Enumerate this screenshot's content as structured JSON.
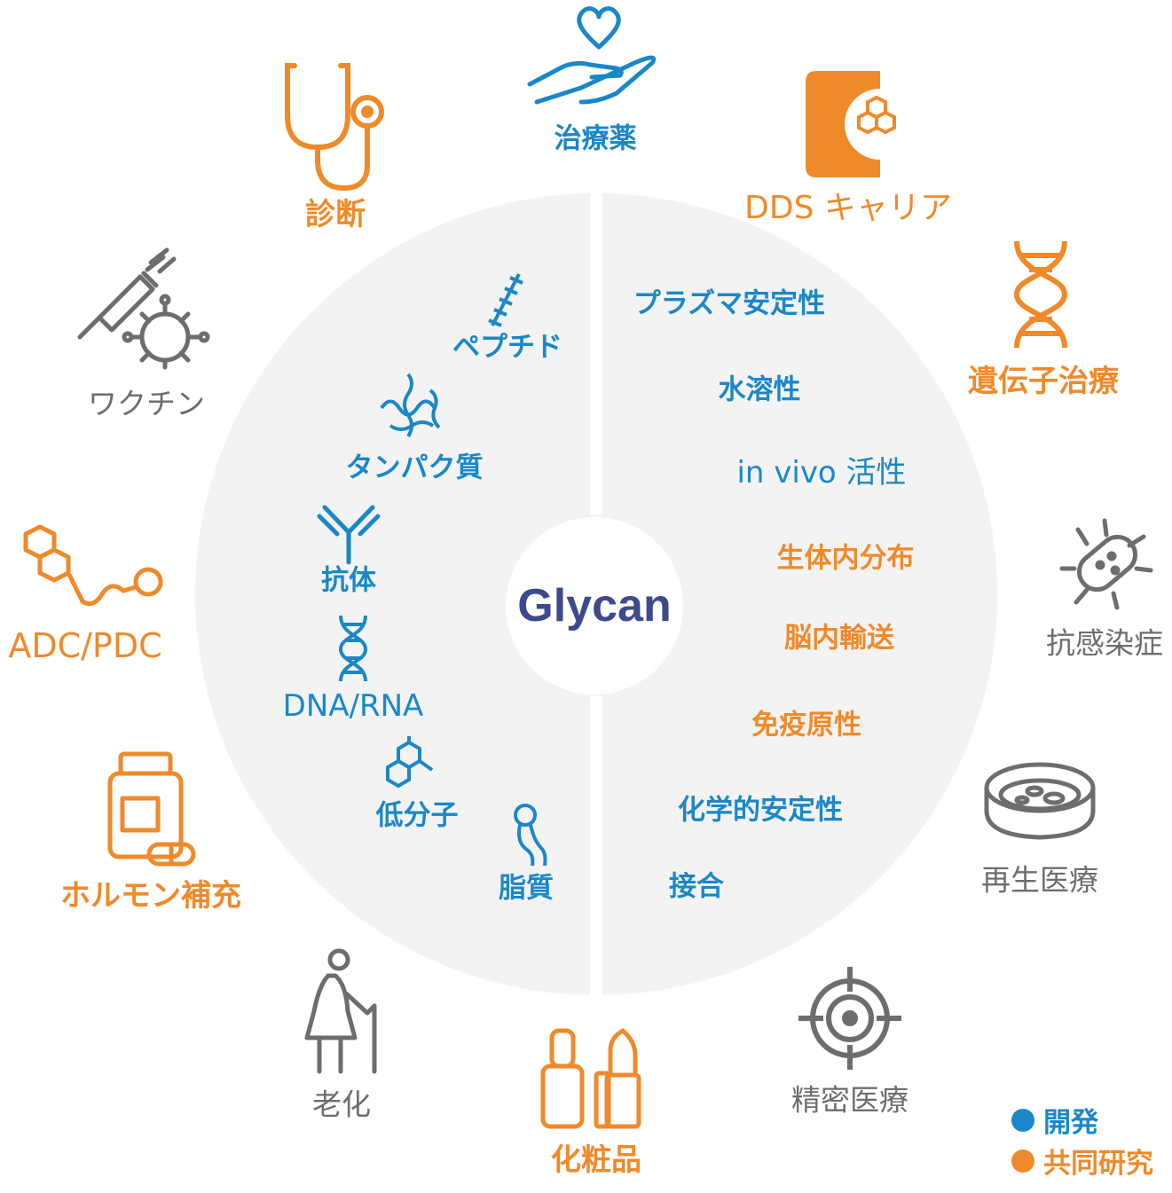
{
  "center": {
    "title": "Glycan"
  },
  "modalities": {
    "peptide": "ペプチド",
    "protein": "タンパク質",
    "antibody": "抗体",
    "dna_rna": "DNA/RNA",
    "small_molecule": "低分子",
    "lipid": "脂質"
  },
  "properties": {
    "plasma_stability": "プラズマ安定性",
    "water_solubility": "水溶性",
    "in_vivo_activity": "in vivo 活性",
    "biodistribution": "生体内分布",
    "brain_transport": "脳内輸送",
    "immunogenicity": "免疫原性",
    "chemical_stability": "化学的安定性",
    "conjugation": "接合"
  },
  "applications": {
    "therapeutics": "治療薬",
    "dds_carrier": "DDS キャリア",
    "gene_therapy": "遺伝子治療",
    "anti_infection": "抗感染症",
    "regenerative_medicine": "再生医療",
    "precision_medicine": "精密医療",
    "cosmetics": "化粧品",
    "aging": "老化",
    "hormone_supplement": "ホルモン補充",
    "adc_pdc": "ADC/PDC",
    "vaccine": "ワクチン",
    "diagnosis": "診断"
  },
  "legend": {
    "development": "開発",
    "joint_research": "共同研究"
  },
  "colors": {
    "development": "#1a87c8",
    "joint_research": "#ef8a2b",
    "other": "#6d6d6d",
    "circle_bg": "#f3f3f3",
    "center_text": "#3d4a8c"
  }
}
